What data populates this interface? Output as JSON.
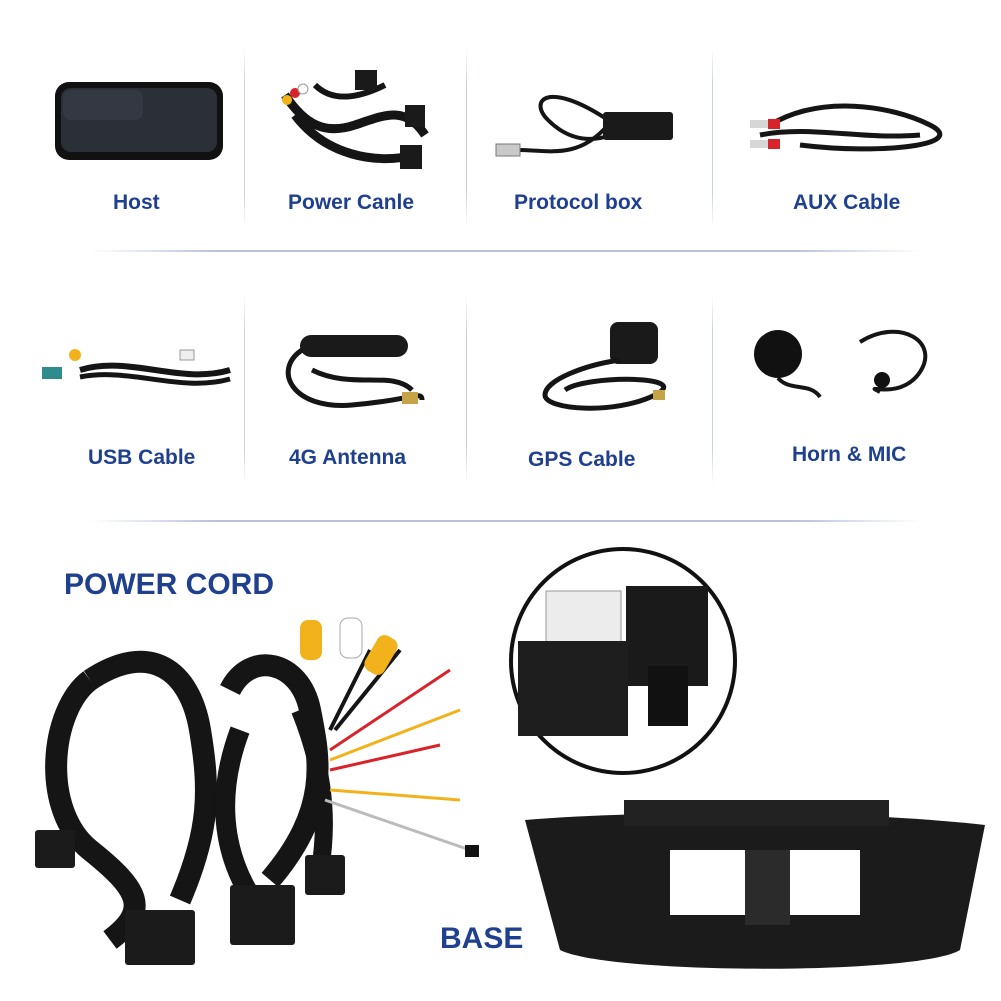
{
  "items": [
    {
      "label": "Host"
    },
    {
      "label": "Power Canle"
    },
    {
      "label": "Protocol box"
    },
    {
      "label": "AUX Cable"
    },
    {
      "label": "USB Cable"
    },
    {
      "label": "4G Antenna"
    },
    {
      "label": "GPS Cable"
    },
    {
      "label": "Horn & MIC"
    }
  ],
  "power_cord_title": "POWER CORD",
  "base_title": "BASE",
  "colors": {
    "label": "#1f3f8f",
    "cable": "#151515",
    "rca_yellow": "#f2b21b",
    "rca_red": "#d8232a"
  }
}
